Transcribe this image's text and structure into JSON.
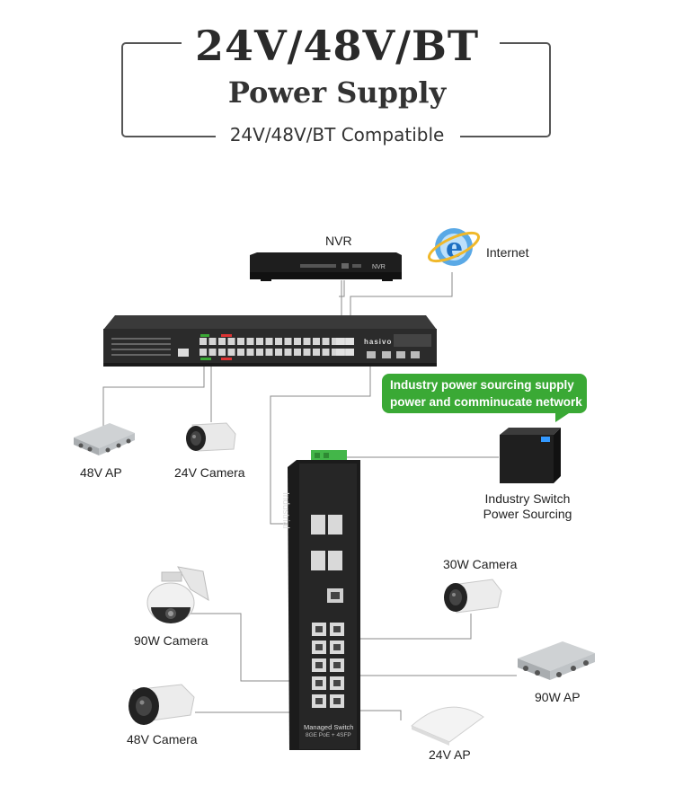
{
  "header": {
    "title": "24V/48V/BT",
    "subtitle": "Power Supply",
    "compat": "24V/48V/BT Compatible"
  },
  "devices": {
    "nvr": "NVR",
    "nvr_badge": "NVR",
    "internet": "Internet",
    "switch_brand": "hasivo",
    "ap_48v": "48V AP",
    "camera_24v": "24V Camera",
    "industry_power_line1": "Industry Switch",
    "industry_power_line2": "Power Sourcing",
    "camera_30w": "30W Camera",
    "camera_90w": "90W Camera",
    "ap_90w": "90W AP",
    "camera_48v": "48V Camera",
    "ap_24v": "24V AP",
    "industrial_vertical": "Industrial",
    "managed_switch_line1": "Managed Switch",
    "managed_switch_line2": "8GE PoE + 4SFP"
  },
  "callout": {
    "line1": "Industry power sourcing supply",
    "line2": "power and comminucate network"
  },
  "colors": {
    "callout_green": "#3aa935",
    "terminal_green": "#43b649",
    "switch_body": "#2b2b2b",
    "line_gray": "#8a8a8a"
  }
}
